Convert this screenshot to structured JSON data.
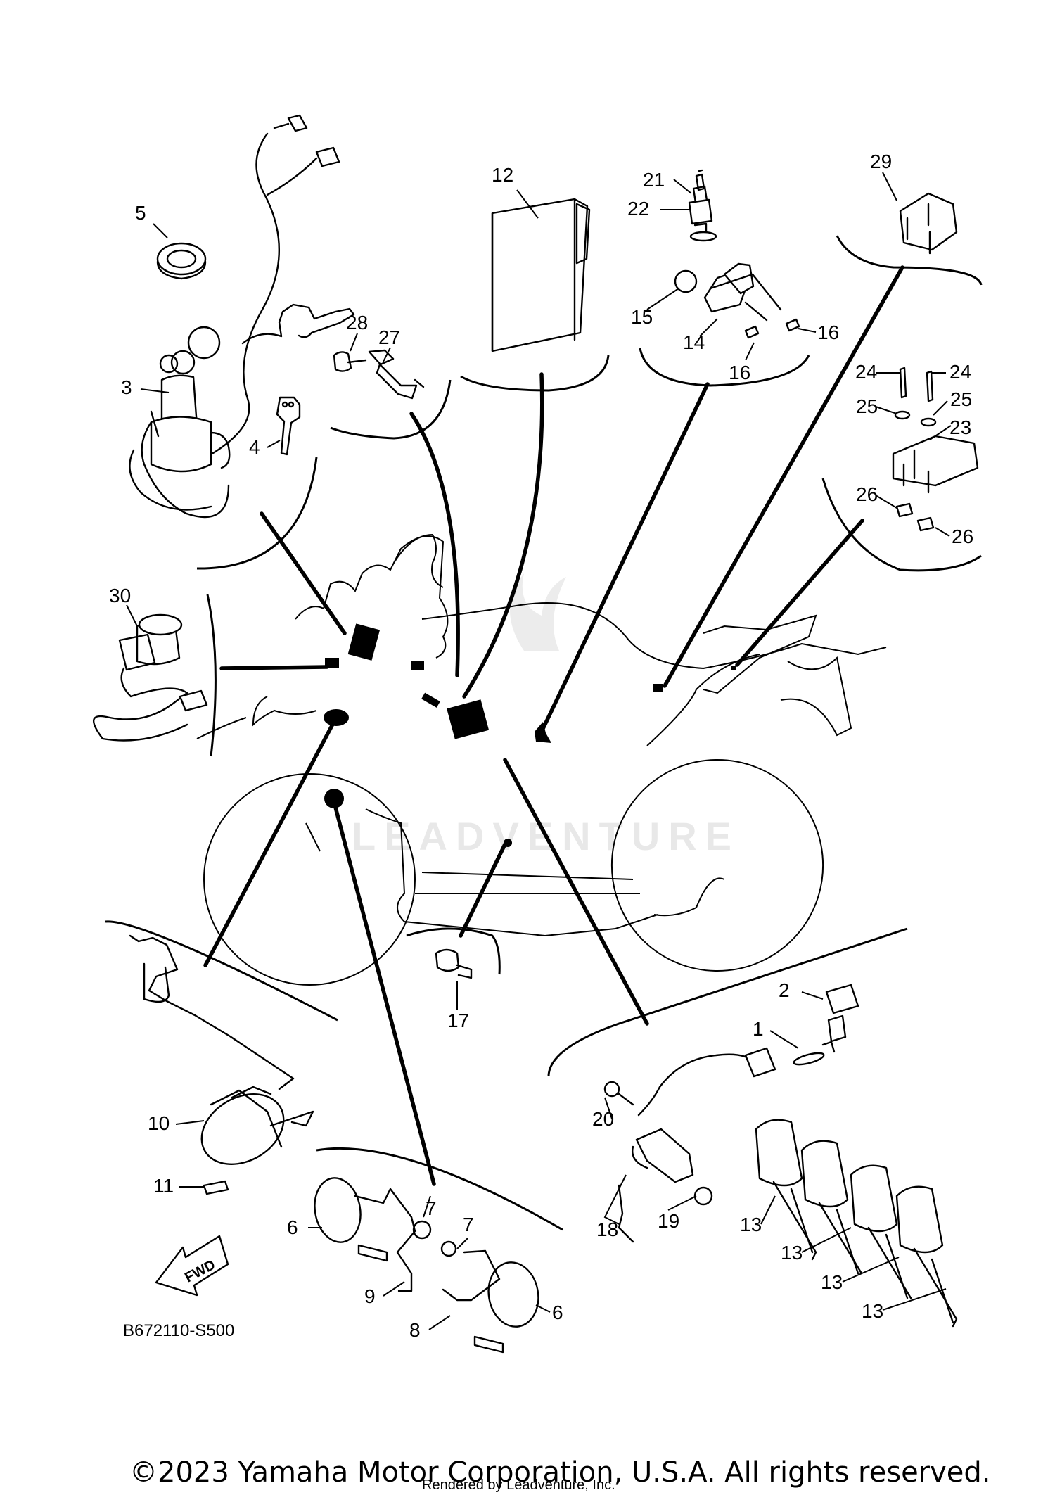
{
  "callouts": [
    "1",
    "2",
    "3",
    "4",
    "5",
    "6",
    "6",
    "7",
    "7",
    "8",
    "9",
    "10",
    "11",
    "12",
    "13",
    "13",
    "13",
    "13",
    "14",
    "15",
    "16",
    "16",
    "17",
    "18",
    "19",
    "20",
    "21",
    "22",
    "23",
    "24",
    "24",
    "25",
    "25",
    "26",
    "26",
    "27",
    "28",
    "29",
    "30"
  ],
  "diagram_code": "B672110-S500",
  "fwd_label": "FWD",
  "watermark": "LEADVENTURE",
  "copyright": "©2023 Yamaha Motor Corporation, U.S.A. All rights reserved.",
  "render_credit": "Rendered by Leadventure, Inc."
}
